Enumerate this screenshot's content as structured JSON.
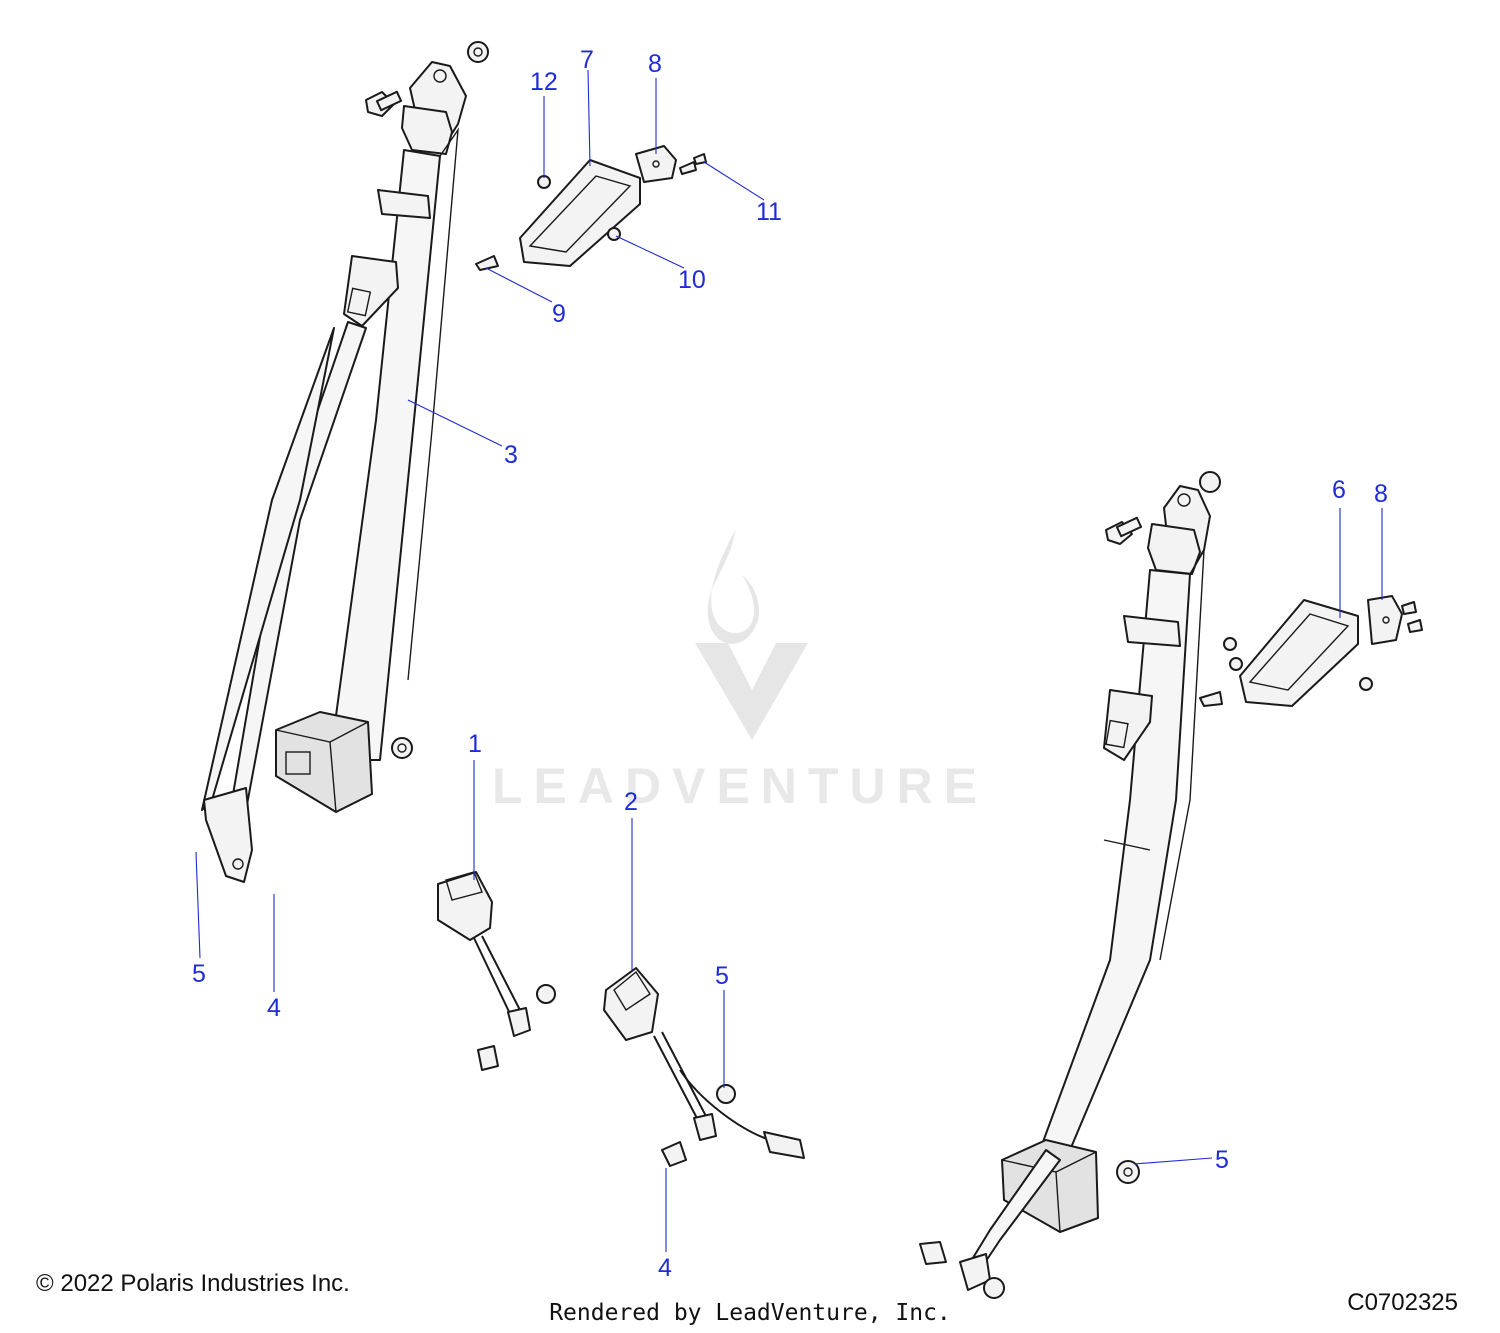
{
  "watermark": {
    "brand": "LEADVENTURE"
  },
  "callouts": [
    {
      "id": "c1",
      "label": "1"
    },
    {
      "id": "c2",
      "label": "2"
    },
    {
      "id": "c3",
      "label": "3"
    },
    {
      "id": "c4a",
      "label": "4"
    },
    {
      "id": "c4b",
      "label": "4"
    },
    {
      "id": "c5a",
      "label": "5"
    },
    {
      "id": "c5b",
      "label": "5"
    },
    {
      "id": "c5c",
      "label": "5"
    },
    {
      "id": "c6",
      "label": "6"
    },
    {
      "id": "c7",
      "label": "7"
    },
    {
      "id": "c8a",
      "label": "8"
    },
    {
      "id": "c8b",
      "label": "8"
    },
    {
      "id": "c9",
      "label": "9"
    },
    {
      "id": "c10",
      "label": "10"
    },
    {
      "id": "c11",
      "label": "11"
    },
    {
      "id": "c12",
      "label": "12"
    }
  ],
  "footer": {
    "copyright": "© 2022 Polaris Industries Inc.",
    "rendered_by": "Rendered by LeadVenture, Inc.",
    "figure_id": "C0702325"
  },
  "colors": {
    "callout": "#1f2bd6",
    "line": "#1a1a1a",
    "watermark": "#e6e6e6"
  }
}
